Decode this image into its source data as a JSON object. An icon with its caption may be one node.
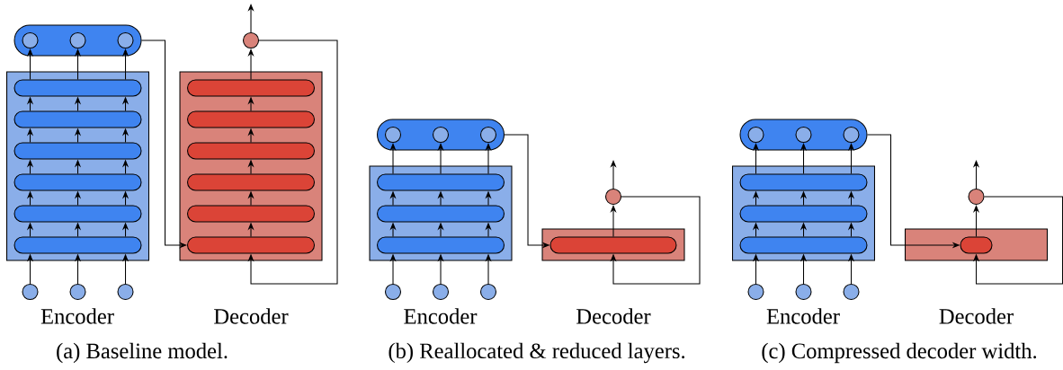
{
  "diagram": {
    "nodes": [
      {
        "text": [],
        "shape": "bar"
      },
      {
        "text": [],
        "shape": "circle",
        "in": 0
      },
      {
        "text": [],
        "shape": "circle",
        "in": 0
      },
      {
        "text": [],
        "shape": "circle",
        "in": 0
      },
      {
        "text": [],
        "shape": "box"
      },
      {
        "text": [],
        "shape": "bar",
        "in": 4
      },
      {
        "text": [],
        "shape": "bar",
        "in": 4
      },
      {
        "text": [],
        "shape": "bar",
        "in": 4
      },
      {
        "text": [],
        "shape": "bar",
        "in": 4
      },
      {
        "text": [],
        "shape": "bar",
        "in": 4
      },
      {
        "text": [],
        "shape": "bar",
        "in": 4
      },
      {
        "text": [],
        "shape": "circle"
      },
      {
        "text": [],
        "shape": "circle"
      },
      {
        "text": [],
        "shape": "circle"
      },
      {
        "text": [],
        "shape": "circle"
      },
      {
        "text": [],
        "shape": "box"
      },
      {
        "text": [],
        "shape": "bar",
        "in": 15
      },
      {
        "text": [],
        "shape": "bar",
        "in": 15
      },
      {
        "text": [],
        "shape": "bar",
        "in": 15
      },
      {
        "text": [],
        "shape": "bar",
        "in": 15
      },
      {
        "text": [],
        "shape": "bar",
        "in": 15
      },
      {
        "text": [],
        "shape": "bar",
        "in": 15
      },
      {
        "text": [],
        "shape": "bar"
      },
      {
        "text": [],
        "shape": "circle",
        "in": 22
      },
      {
        "text": [],
        "shape": "circle",
        "in": 22
      },
      {
        "text": [],
        "shape": "circle",
        "in": 22
      },
      {
        "text": [],
        "shape": "box"
      },
      {
        "text": [],
        "shape": "bar",
        "in": 26
      },
      {
        "text": [],
        "shape": "bar",
        "in": 26
      },
      {
        "text": [],
        "shape": "bar",
        "in": 26
      },
      {
        "text": [],
        "shape": "circle"
      },
      {
        "text": [],
        "shape": "circle"
      },
      {
        "text": [],
        "shape": "circle"
      },
      {
        "text": [],
        "shape": "circle"
      },
      {
        "text": [],
        "shape": "box"
      },
      {
        "text": [],
        "shape": "bar",
        "in": 34
      },
      {
        "text": [],
        "shape": "bar"
      },
      {
        "text": [],
        "shape": "circle",
        "in": 36
      },
      {
        "text": [],
        "shape": "circle",
        "in": 36
      },
      {
        "text": [],
        "shape": "circle",
        "in": 36
      },
      {
        "text": [],
        "shape": "box"
      },
      {
        "text": [],
        "shape": "bar",
        "in": 40
      },
      {
        "text": [],
        "shape": "bar",
        "in": 40
      },
      {
        "text": [],
        "shape": "bar",
        "in": 40
      },
      {
        "text": [],
        "shape": "circle"
      },
      {
        "text": [],
        "shape": "circle"
      },
      {
        "text": [],
        "shape": "circle"
      },
      {
        "text": [],
        "shape": "circle"
      },
      {
        "text": [],
        "shape": "box"
      },
      {
        "text": [],
        "shape": "bar",
        "in": 48
      }
    ],
    "edges": [
      {
        "from": 11,
        "to": 10,
        "arrow": "to"
      },
      {
        "from": 12,
        "to": 10,
        "arrow": "to"
      },
      {
        "from": 13,
        "to": 10,
        "arrow": "to"
      },
      {
        "from": 10,
        "to": 9,
        "arrow": "to"
      },
      {
        "from": 10,
        "to": 9,
        "arrow": "to"
      },
      {
        "from": 10,
        "to": 9,
        "arrow": "to"
      },
      {
        "from": 9,
        "to": 8,
        "arrow": "to"
      },
      {
        "from": 9,
        "to": 8,
        "arrow": "to"
      },
      {
        "from": 9,
        "to": 8,
        "arrow": "to"
      },
      {
        "from": 8,
        "to": 7,
        "arrow": "to"
      },
      {
        "from": 8,
        "to": 7,
        "arrow": "to"
      },
      {
        "from": 8,
        "to": 7,
        "arrow": "to"
      },
      {
        "from": 7,
        "to": 6,
        "arrow": "to"
      },
      {
        "from": 7,
        "to": 6,
        "arrow": "to"
      },
      {
        "from": 7,
        "to": 6,
        "arrow": "to"
      },
      {
        "from": 6,
        "to": 5,
        "arrow": "to"
      },
      {
        "from": 6,
        "to": 5,
        "arrow": "to"
      },
      {
        "from": 6,
        "to": 5,
        "arrow": "to"
      },
      {
        "from": 5,
        "to": 1,
        "arrow": "to"
      },
      {
        "from": 5,
        "to": 2,
        "arrow": "to"
      },
      {
        "from": 5,
        "to": 3,
        "arrow": "to"
      },
      {
        "from": 0,
        "to": 21,
        "arrow": "to"
      },
      {
        "from": 21,
        "to": 20,
        "arrow": "to"
      },
      {
        "from": 20,
        "to": 19,
        "arrow": "to"
      },
      {
        "from": 19,
        "to": 18,
        "arrow": "to"
      },
      {
        "from": 18,
        "to": 17,
        "arrow": "to"
      },
      {
        "from": 17,
        "to": 16,
        "arrow": "to"
      },
      {
        "from": 16,
        "to": 14,
        "arrow": "to"
      },
      {
        "from": 14,
        "to": null,
        "arrow": "to"
      },
      {
        "from": 14,
        "to": 21,
        "arrow": "to"
      },
      {
        "from": 30,
        "to": 29,
        "arrow": "to"
      },
      {
        "from": 31,
        "to": 29,
        "arrow": "to"
      },
      {
        "from": 32,
        "to": 29,
        "arrow": "to"
      },
      {
        "from": 29,
        "to": 28,
        "arrow": "to"
      },
      {
        "from": 29,
        "to": 28,
        "arrow": "to"
      },
      {
        "from": 29,
        "to": 28,
        "arrow": "to"
      },
      {
        "from": 28,
        "to": 27,
        "arrow": "to"
      },
      {
        "from": 28,
        "to": 27,
        "arrow": "to"
      },
      {
        "from": 28,
        "to": 27,
        "arrow": "to"
      },
      {
        "from": 27,
        "to": 23,
        "arrow": "to"
      },
      {
        "from": 27,
        "to": 24,
        "arrow": "to"
      },
      {
        "from": 27,
        "to": 25,
        "arrow": "to"
      },
      {
        "from": 22,
        "to": 35,
        "arrow": "to"
      },
      {
        "from": 35,
        "to": 33,
        "arrow": "to"
      },
      {
        "from": 33,
        "to": null,
        "arrow": "to"
      },
      {
        "from": 33,
        "to": 35,
        "arrow": "to"
      },
      {
        "from": 44,
        "to": 43,
        "arrow": "to"
      },
      {
        "from": 45,
        "to": 43,
        "arrow": "to"
      },
      {
        "from": 46,
        "to": 43,
        "arrow": "to"
      },
      {
        "from": 43,
        "to": 42,
        "arrow": "to"
      },
      {
        "from": 43,
        "to": 42,
        "arrow": "to"
      },
      {
        "from": 43,
        "to": 42,
        "arrow": "to"
      },
      {
        "from": 42,
        "to": 41,
        "arrow": "to"
      },
      {
        "from": 42,
        "to": 41,
        "arrow": "to"
      },
      {
        "from": 42,
        "to": 41,
        "arrow": "to"
      },
      {
        "from": 41,
        "to": 37,
        "arrow": "to"
      },
      {
        "from": 41,
        "to": 38,
        "arrow": "to"
      },
      {
        "from": 41,
        "to": 39,
        "arrow": "to"
      },
      {
        "from": 36,
        "to": 49,
        "arrow": "to"
      },
      {
        "from": 49,
        "to": 47,
        "arrow": "to"
      },
      {
        "from": 47,
        "to": null,
        "arrow": "to"
      },
      {
        "from": 47,
        "to": 49,
        "arrow": "to"
      }
    ],
    "labels": [
      "Encoder",
      "Decoder",
      "Encoder",
      "Decoder",
      "Encoder",
      "Decoder",
      "(a) Baseline model.",
      "(b) Reallocated & reduced layers.",
      "(c) Compressed decoder width."
    ]
  }
}
